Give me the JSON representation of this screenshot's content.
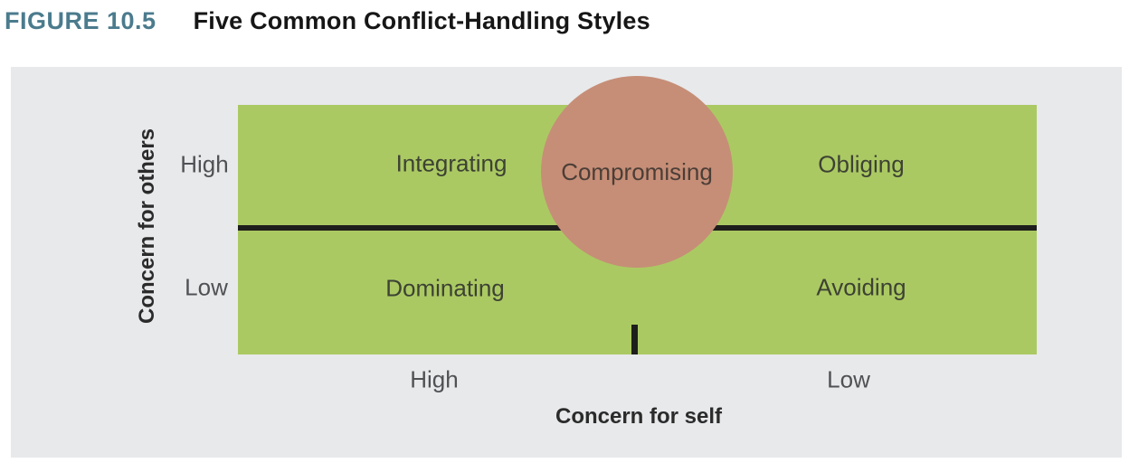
{
  "figure": {
    "label": "FIGURE 10.5",
    "title": "Five Common Conflict-Handling Styles"
  },
  "diagram": {
    "type": "2x2-matrix",
    "y_axis": {
      "title": "Concern for others",
      "high": "High",
      "low": "Low"
    },
    "x_axis": {
      "title": "Concern for self",
      "high": "High",
      "low": "Low"
    },
    "quadrants": {
      "top_left": "Integrating",
      "top_right": "Obliging",
      "bottom_left": "Dominating",
      "bottom_right": "Avoiding"
    },
    "center": "Compromising"
  },
  "colors": {
    "figure_label": "#4b7b8d",
    "title_text": "#161616",
    "panel_bg": "#e8e9eb",
    "matrix_green": "#abc963",
    "circle_fill": "#c68e77",
    "axis_line": "#1e1e1c",
    "quadrant_text": "#3d4233"
  }
}
